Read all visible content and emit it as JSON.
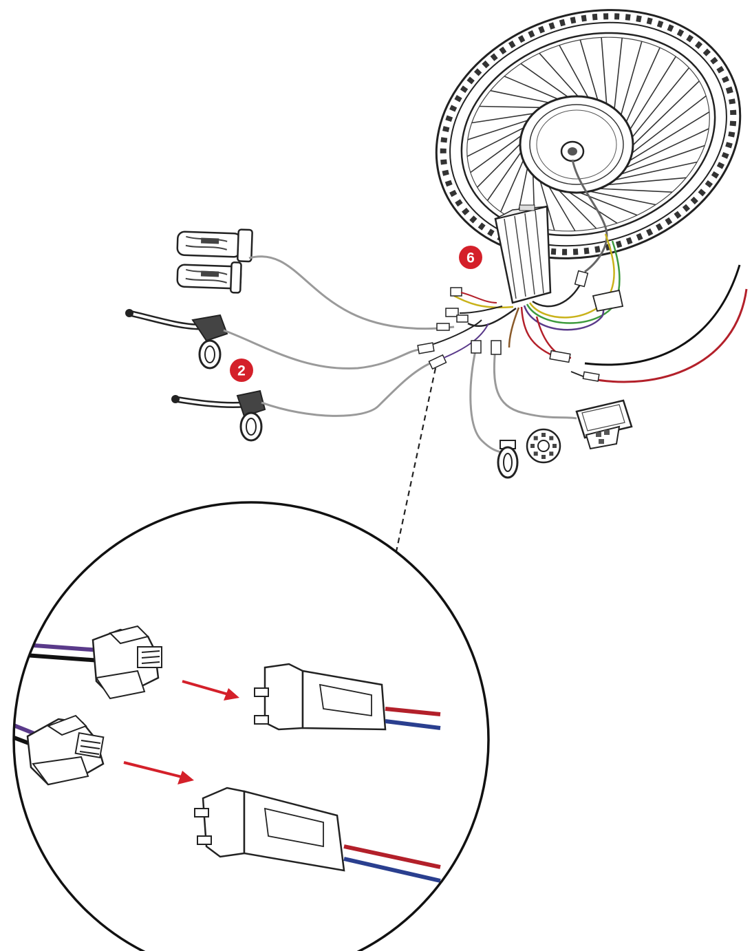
{
  "diagram": {
    "callouts": [
      {
        "id": "controller",
        "label": "6"
      },
      {
        "id": "brake-levers",
        "label": "2"
      }
    ],
    "colors": {
      "badge": "#d4202a",
      "line": "#222222",
      "cable_gray": "#9a9a9a",
      "wire_red": "#b3202a",
      "wire_black": "#111111",
      "wire_blue": "#2a3f8f",
      "wire_purple": "#5a3a8a",
      "wire_yellow": "#c9b21a",
      "wire_green": "#3d9a3d",
      "wire_brown": "#8a5a2a",
      "arrow": "#d4202a"
    },
    "components": [
      {
        "name": "rear-wheel-hub-motor"
      },
      {
        "name": "controller-box"
      },
      {
        "name": "throttle-grip-pair"
      },
      {
        "name": "brake-lever-pair"
      },
      {
        "name": "battery-leads"
      },
      {
        "name": "lcd-display"
      },
      {
        "name": "pas-sensor"
      },
      {
        "name": "connector-detail-magnifier"
      }
    ]
  }
}
